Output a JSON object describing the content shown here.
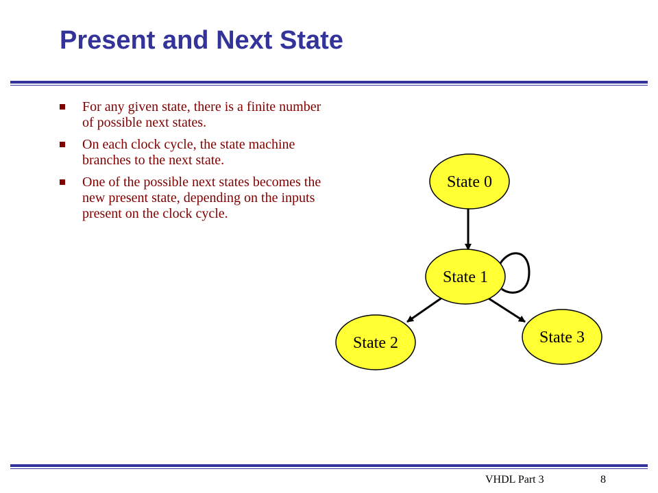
{
  "slide": {
    "title": "Present and Next State",
    "bullets": [
      "For any given state, there is a finite number of possible next states.",
      "On each clock cycle, the state machine branches to the next state.",
      "One of the possible next states becomes the new present state, depending on the inputs present on the clock cycle."
    ],
    "footer_label": "VHDL  Part 3",
    "page_number": "8"
  },
  "diagram": {
    "node_fill": "#ffff33",
    "states": [
      "State 0",
      "State 1",
      "State 2",
      "State 3"
    ],
    "transitions": [
      {
        "from": "State 0",
        "to": "State 1"
      },
      {
        "from": "State 1",
        "to": "State 1"
      },
      {
        "from": "State 1",
        "to": "State 2"
      },
      {
        "from": "State 1",
        "to": "State 3"
      }
    ]
  },
  "colors": {
    "title": "#333399",
    "bullet_text": "#800000",
    "rules": "#333399"
  }
}
